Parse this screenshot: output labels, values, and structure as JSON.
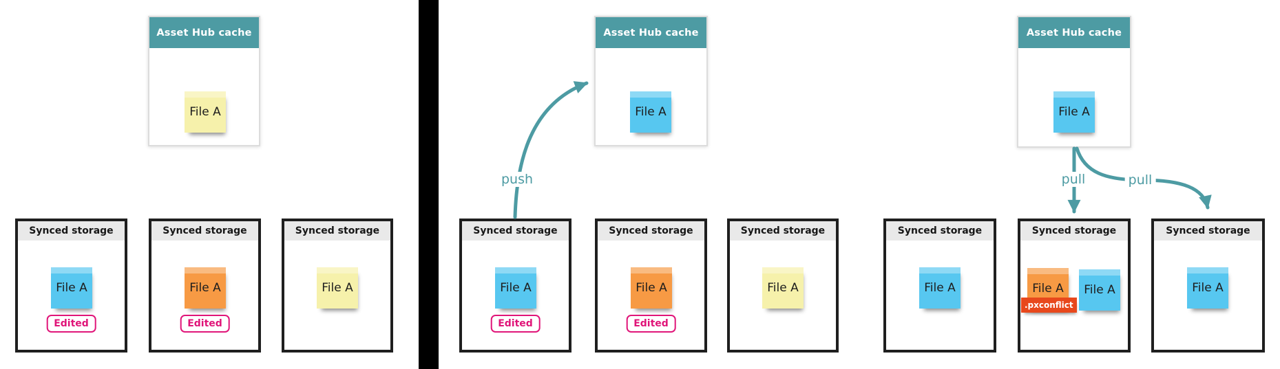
{
  "colors": {
    "teal_accent": "#4d9ba3",
    "sticky_blue": "#57c7f0",
    "sticky_orange": "#f79a44",
    "sticky_yellow": "#f6f1ab",
    "conflict_red": "#e8481c",
    "edited_pink": "#e01579",
    "storage_header_gray": "#e9e9e9",
    "storage_border_black": "#1f1f1f",
    "divider_black": "#000000"
  },
  "panels": [
    {
      "name": "left",
      "cache": {
        "title": "Asset Hub cache",
        "sticky": {
          "label": "File A",
          "color": "yellow"
        }
      },
      "storages": [
        {
          "title": "Synced storage",
          "stickies": [
            {
              "label": "File A",
              "color": "blue"
            }
          ],
          "badge": "Edited"
        },
        {
          "title": "Synced storage",
          "stickies": [
            {
              "label": "File A",
              "color": "orange"
            }
          ],
          "badge": "Edited"
        },
        {
          "title": "Synced storage",
          "stickies": [
            {
              "label": "File A",
              "color": "yellow"
            }
          ]
        }
      ]
    },
    {
      "name": "middle",
      "cache": {
        "title": "Asset Hub cache",
        "sticky": {
          "label": "File A",
          "color": "blue"
        }
      },
      "arrows": [
        {
          "label": "push",
          "from": "synced-storage-1",
          "to": "asset-hub-cache"
        }
      ],
      "storages": [
        {
          "title": "Synced storage",
          "stickies": [
            {
              "label": "File A",
              "color": "blue"
            }
          ],
          "badge": "Edited"
        },
        {
          "title": "Synced storage",
          "stickies": [
            {
              "label": "File A",
              "color": "orange"
            }
          ],
          "badge": "Edited"
        },
        {
          "title": "Synced storage",
          "stickies": [
            {
              "label": "File A",
              "color": "yellow"
            }
          ]
        }
      ]
    },
    {
      "name": "right",
      "cache": {
        "title": "Asset Hub cache",
        "sticky": {
          "label": "File A",
          "color": "blue"
        }
      },
      "arrows": [
        {
          "label": "pull",
          "from": "asset-hub-cache",
          "to": "synced-storage-2"
        },
        {
          "label": "pull",
          "from": "asset-hub-cache",
          "to": "synced-storage-3"
        }
      ],
      "storages": [
        {
          "title": "Synced storage",
          "stickies": [
            {
              "label": "File A",
              "color": "blue"
            }
          ]
        },
        {
          "title": "Synced storage",
          "stickies": [
            {
              "label": "File A",
              "color": "orange",
              "banner": ".pxconflict"
            },
            {
              "label": "File A",
              "color": "blue"
            }
          ]
        },
        {
          "title": "Synced storage",
          "stickies": [
            {
              "label": "File A",
              "color": "blue"
            }
          ]
        }
      ]
    }
  ]
}
